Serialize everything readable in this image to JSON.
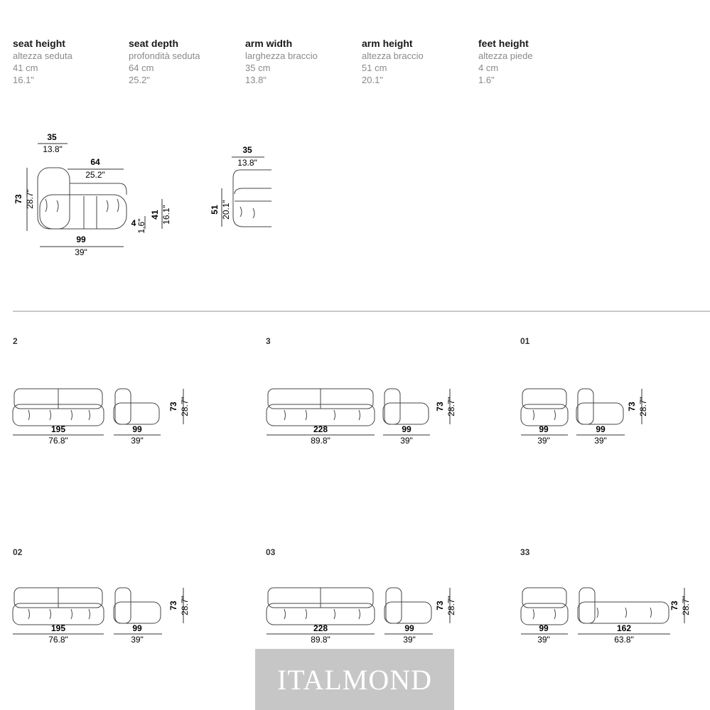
{
  "specs": [
    {
      "title": "seat height",
      "subtitle": "altezza seduta",
      "cm": "41 cm",
      "inch": "16.1\""
    },
    {
      "title": "seat depth",
      "subtitle": "profondità seduta",
      "cm": "64 cm",
      "inch": "25.2\""
    },
    {
      "title": "arm width",
      "subtitle": "larghezza braccio",
      "cm": "35 cm",
      "inch": "13.8\""
    },
    {
      "title": "arm height",
      "subtitle": "altezza braccio",
      "cm": "51 cm",
      "inch": "20.1\""
    },
    {
      "title": "feet height",
      "subtitle": "altezza piede",
      "cm": "4 cm",
      "inch": "1.6\""
    }
  ],
  "side_view": {
    "arm_w_cm": "35",
    "arm_w_in": "13.8\"",
    "depth_cm": "64",
    "depth_in": "25.2\"",
    "height_cm": "73",
    "height_in": "28.7\"",
    "feet_cm": "4",
    "feet_in": "1.6\"",
    "seat_cm": "41",
    "seat_in": "16.1\"",
    "width_cm": "99",
    "width_in": "39\""
  },
  "arm_view": {
    "arm_w_cm": "35",
    "arm_w_in": "13.8\"",
    "arm_h_cm": "51",
    "arm_h_in": "20.1\""
  },
  "configs": [
    {
      "code": "2",
      "front_cm": "195",
      "front_in": "76.8\"",
      "side_cm": "99",
      "side_in": "39\"",
      "h_cm": "73",
      "h_in": "28.7\""
    },
    {
      "code": "3",
      "front_cm": "228",
      "front_in": "89.8\"",
      "side_cm": "99",
      "side_in": "39\"",
      "h_cm": "73",
      "h_in": "28.7\""
    },
    {
      "code": "01",
      "front_cm": "99",
      "front_in": "39\"",
      "side_cm": "99",
      "side_in": "39\"",
      "h_cm": "73",
      "h_in": "28.7\""
    },
    {
      "code": "02",
      "front_cm": "195",
      "front_in": "76.8\"",
      "side_cm": "99",
      "side_in": "39\"",
      "h_cm": "73",
      "h_in": "28.7\""
    },
    {
      "code": "03",
      "front_cm": "228",
      "front_in": "89.8\"",
      "side_cm": "99",
      "side_in": "39\"",
      "h_cm": "73",
      "h_in": "28.7\""
    },
    {
      "code": "33",
      "front_cm": "99",
      "front_in": "39\"",
      "side_cm": "162",
      "side_in": "63.8\"",
      "h_cm": "73",
      "h_in": "28.7\""
    }
  ],
  "watermark": "ITALMOND"
}
